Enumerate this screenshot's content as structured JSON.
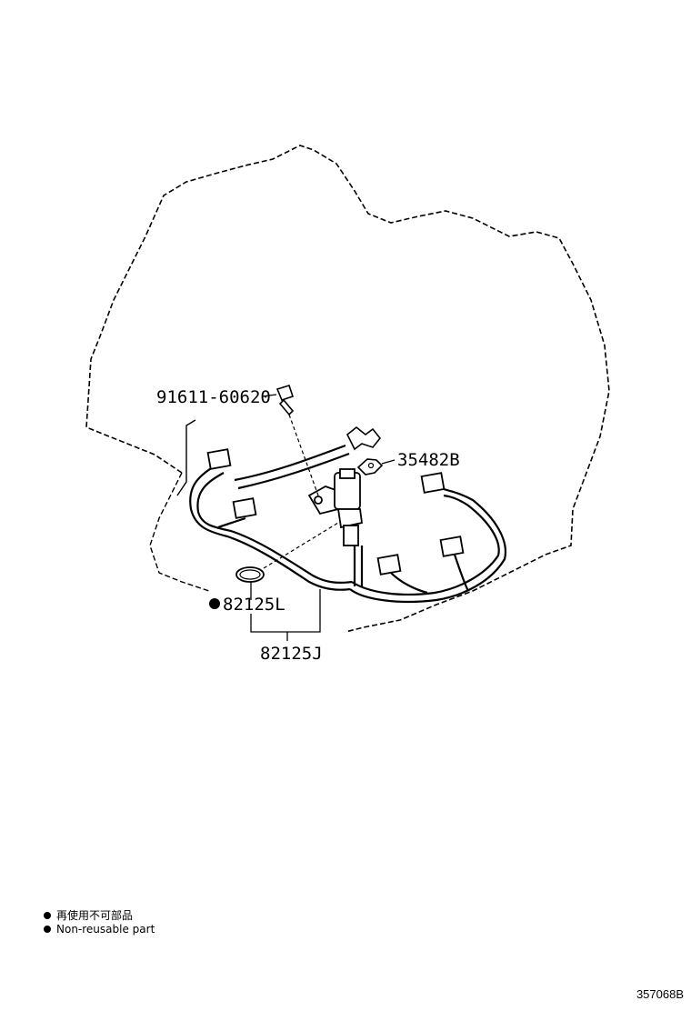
{
  "diagram": {
    "parts": {
      "bolt": "91611-60620",
      "clamp": "35482B",
      "oring": "82125L",
      "harness": "82125J"
    },
    "legend": {
      "japanese": "再使用不可部品",
      "english": "Non-reusable part"
    },
    "figure_id": "357068B"
  }
}
